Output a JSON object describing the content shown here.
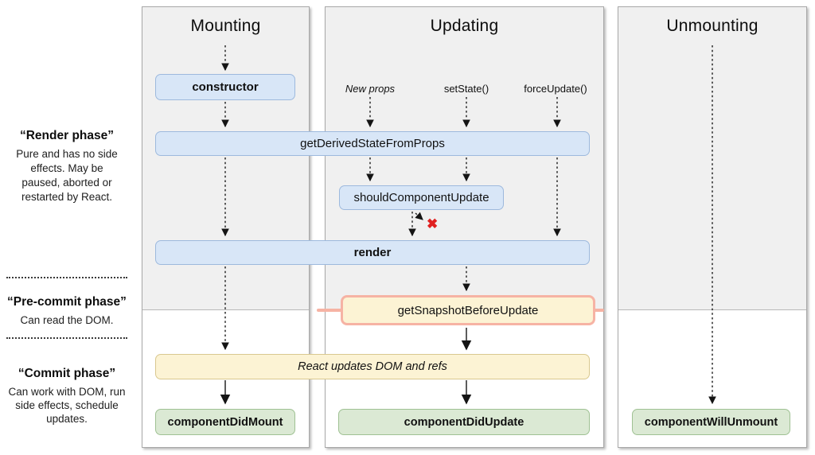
{
  "colors": {
    "panel_bg": "#f0f0f0",
    "panel_border": "#a8a8a8",
    "box_blue_bg": "#d8e6f7",
    "box_blue_border": "#9db9dd",
    "box_green_bg": "#dbe9d4",
    "box_green_border": "#9fc193",
    "box_yellow_bg": "#fcf3d4",
    "box_yellow_border": "#d9c88f",
    "snapshot_border": "#f6b3a4",
    "arrow": "#1b1b1b",
    "cancel_red": "#e02020"
  },
  "left_labels": {
    "render_phase": {
      "title": "“Render phase”",
      "description": "Pure and has no side effects. May be paused, aborted or restarted by React."
    },
    "pre_commit_phase": {
      "title": "“Pre-commit phase”",
      "description": "Can read the DOM."
    },
    "commit_phase": {
      "title": "“Commit phase”",
      "description": "Can work with DOM, run side effects, schedule updates."
    }
  },
  "columns": {
    "mounting": {
      "title": "Mounting"
    },
    "updating": {
      "title": "Updating",
      "triggers": {
        "new_props": "New props",
        "set_state": "setState()",
        "force_update": "forceUpdate()"
      }
    },
    "unmounting": {
      "title": "Unmounting"
    }
  },
  "lifecycle": {
    "constructor": "constructor",
    "get_derived_state_from_props": "getDerivedStateFromProps",
    "should_component_update": "shouldComponentUpdate",
    "render": "render",
    "get_snapshot_before_update": "getSnapshotBeforeUpdate",
    "react_updates_dom_and_refs": "React updates DOM and refs",
    "component_did_mount": "componentDidMount",
    "component_did_update": "componentDidUpdate",
    "component_will_unmount": "componentWillUnmount"
  },
  "icons": {
    "cancel_icon": "✖"
  }
}
